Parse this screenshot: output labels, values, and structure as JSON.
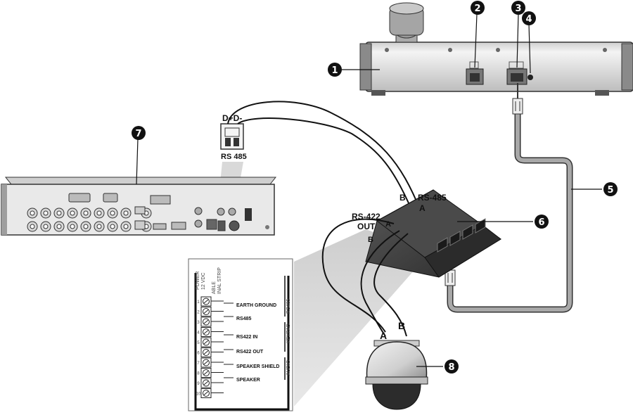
{
  "callouts": [
    "1",
    "2",
    "3",
    "4",
    "5",
    "6",
    "7",
    "8"
  ],
  "labels": {
    "rs485_module": "RS 485",
    "module_pins": "D+D-",
    "rs485_hub": "RS-485",
    "rs422_out_line1": "RS-422",
    "rs422_out_line2": "OUT",
    "wire_a": "A",
    "wire_b": "B"
  },
  "terminal": {
    "header_power_1": "POWER",
    "header_power_2": "12 VDC",
    "header_cable_1": "ABLE",
    "header_cable_2": "INAL STRIP",
    "section_rs485": "RS485",
    "section_keypad": "KEYPAD",
    "section_audio": "AUDIO",
    "rows": [
      {
        "label": "EARTH GROUND"
      },
      {
        "label": "RS485"
      },
      {
        "label": "RS422 IN"
      },
      {
        "label": "RS422 OUT"
      },
      {
        "label": "SPEAKER SHIELD"
      },
      {
        "label": "SPEAKER"
      }
    ],
    "pin_numbers": [
      "1",
      "2",
      "3",
      "4",
      "5",
      "6",
      "7",
      "8",
      "9",
      "10"
    ]
  },
  "colors": {
    "device_dark": "#3b3b3b",
    "device_mid": "#7a7a7a",
    "cable_gray": "#9a9a9a",
    "callout_bg": "#111111"
  }
}
